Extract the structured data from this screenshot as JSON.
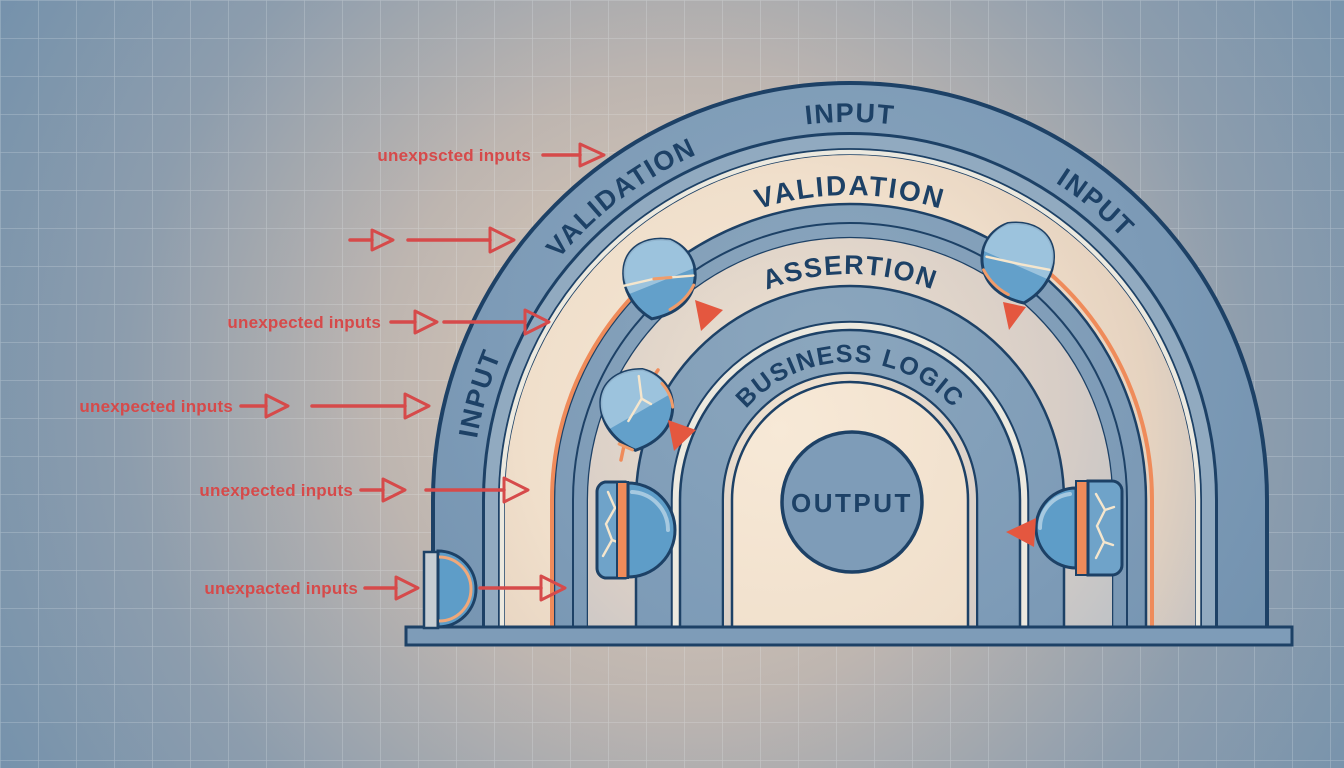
{
  "diagram": {
    "arch_labels": {
      "outer_top": "INPUT",
      "outer_upper_left": "VALIDATION",
      "outer_left": "INPUT",
      "outer_right": "INPUT",
      "ring_validation": "VALIDATION",
      "ring_assertion": "ASSERTION",
      "ring_business_logic": "BUSINESS LOGIC",
      "core_output": "OUTPUT"
    },
    "attack_arrows": [
      {
        "label": "unexpscted inputs"
      },
      {
        "label": ""
      },
      {
        "label": "unexpected inputs"
      },
      {
        "label": "unexpected inputs"
      },
      {
        "label": "unexpected inputs"
      },
      {
        "label": "unexpacted inputs"
      }
    ],
    "colors": {
      "band_blue": "#7d9bb7",
      "line_navy": "#1d4166",
      "accent_orange": "#ef8b5a",
      "attack_red": "#d64a4a",
      "breach_red": "#e4573f",
      "glow_cream": "#f5e7d5",
      "background_blue": "#7390ad"
    }
  }
}
